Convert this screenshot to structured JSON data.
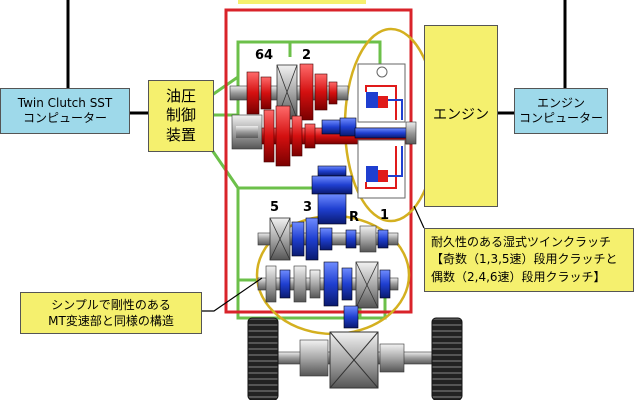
{
  "labels": {
    "twin_clutch_computer": [
      "Twin Clutch SST",
      "コンピューター"
    ],
    "hydraulic_control": [
      "油圧",
      "制御",
      "装置"
    ],
    "engine": "エンジン",
    "engine_computer": [
      "エンジン",
      "コンピューター"
    ],
    "clutch_note": [
      "耐久性のある湿式ツインクラッチ",
      "【奇数（1,3,5速）段用クラッチと",
      "偶数（2,4,6速）段用クラッチ】"
    ],
    "mt_note": [
      "シンプルで剛性のある",
      "MT変速部と同様の構造"
    ]
  },
  "gear_numbers": {
    "g64": "64",
    "g2": "2",
    "g5": "5",
    "g3": "3",
    "gR": "R",
    "g1": "1"
  },
  "colors": {
    "frame_red": "#d9232a",
    "hydraulic_green": "#6cc04a",
    "ellipse_gold": "#d4b020",
    "cyan_box": "#9ed9ea",
    "yellow_box": "#f5f06e",
    "gear_red": "#e01a1a",
    "gear_blue": "#1f3fd0",
    "gear_gray": "#a8a8a8"
  },
  "icons": {
    "wheel": "tire-icon",
    "differential": "differential-icon"
  }
}
